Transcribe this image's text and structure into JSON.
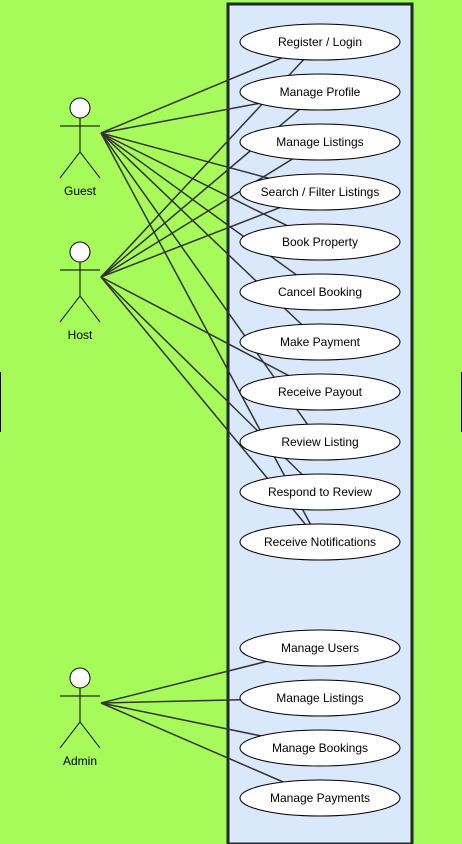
{
  "colors": {
    "background": "#a6fa5a",
    "system_fill": "#dae8fc",
    "system_border": "#1f2a24",
    "stroke": "#333333"
  },
  "actors": [
    {
      "id": "guest",
      "label": "Guest"
    },
    {
      "id": "host",
      "label": "Host"
    },
    {
      "id": "admin",
      "label": "Admin"
    }
  ],
  "use_cases": [
    {
      "id": "register_login",
      "label": "Register / Login"
    },
    {
      "id": "manage_profile",
      "label": "Manage Profile"
    },
    {
      "id": "manage_listings",
      "label": "Manage Listings"
    },
    {
      "id": "search_filter",
      "label": "Search / Filter Listings"
    },
    {
      "id": "book_property",
      "label": "Book Property"
    },
    {
      "id": "cancel_booking",
      "label": "Cancel Booking"
    },
    {
      "id": "make_payment",
      "label": "Make Payment"
    },
    {
      "id": "receive_payout",
      "label": "Receive Payout"
    },
    {
      "id": "review_listing",
      "label": "Review Listing"
    },
    {
      "id": "respond_review",
      "label": "Respond to Review"
    },
    {
      "id": "receive_notifications",
      "label": "Receive Notifications"
    },
    {
      "id": "manage_users",
      "label": "Manage Users"
    },
    {
      "id": "admin_manage_listings",
      "label": "Manage Listings"
    },
    {
      "id": "manage_bookings",
      "label": "Manage Bookings"
    },
    {
      "id": "manage_payments",
      "label": "Manage Payments"
    }
  ],
  "associations": [
    [
      "guest",
      "register_login"
    ],
    [
      "guest",
      "manage_profile"
    ],
    [
      "guest",
      "search_filter"
    ],
    [
      "guest",
      "book_property"
    ],
    [
      "guest",
      "cancel_booking"
    ],
    [
      "guest",
      "make_payment"
    ],
    [
      "guest",
      "review_listing"
    ],
    [
      "guest",
      "receive_notifications"
    ],
    [
      "host",
      "register_login"
    ],
    [
      "host",
      "manage_profile"
    ],
    [
      "host",
      "manage_listings"
    ],
    [
      "host",
      "search_filter"
    ],
    [
      "host",
      "receive_payout"
    ],
    [
      "host",
      "respond_review"
    ],
    [
      "host",
      "receive_notifications"
    ],
    [
      "admin",
      "manage_users"
    ],
    [
      "admin",
      "admin_manage_listings"
    ],
    [
      "admin",
      "manage_bookings"
    ],
    [
      "admin",
      "manage_payments"
    ]
  ]
}
